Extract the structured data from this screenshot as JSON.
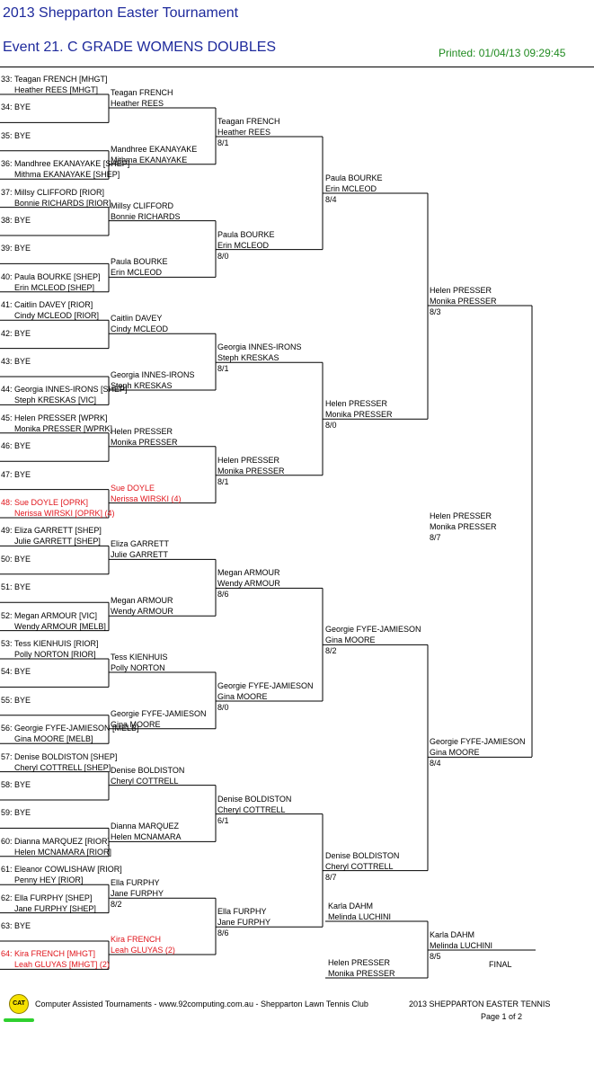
{
  "header": {
    "title": "2013 Shepparton Easter Tournament",
    "event": "Event 21. C GRADE WOMENS DOUBLES",
    "printed": "Printed: 01/04/13 09:29:45"
  },
  "round1": [
    {
      "seed": "33:",
      "p1": "Teagan FRENCH [MHGT]",
      "p2": "Heather REES [MHGT]"
    },
    {
      "seed": "34:",
      "p1": "BYE",
      "p2": ""
    },
    {
      "seed": "35:",
      "p1": "BYE",
      "p2": ""
    },
    {
      "seed": "36:",
      "p1": "Mandhree EKANAYAKE [SHEP]",
      "p2": "Mithma EKANAYAKE [SHEP]"
    },
    {
      "seed": "37:",
      "p1": "Millsy CLIFFORD [RIOR]",
      "p2": "Bonnie RICHARDS [RIOR]"
    },
    {
      "seed": "38:",
      "p1": "BYE",
      "p2": ""
    },
    {
      "seed": "39:",
      "p1": "BYE",
      "p2": ""
    },
    {
      "seed": "40:",
      "p1": "Paula BOURKE [SHEP]",
      "p2": "Erin MCLEOD [SHEP]"
    },
    {
      "seed": "41:",
      "p1": "Caitlin DAVEY [RIOR]",
      "p2": "Cindy MCLEOD [RIOR]"
    },
    {
      "seed": "42:",
      "p1": "BYE",
      "p2": ""
    },
    {
      "seed": "43:",
      "p1": "BYE",
      "p2": ""
    },
    {
      "seed": "44:",
      "p1": "Georgia INNES-IRONS [SHEP]",
      "p2": "Steph KRESKAS [VIC]"
    },
    {
      "seed": "45:",
      "p1": "Helen PRESSER [WPRK]",
      "p2": "Monika PRESSER [WPRK]"
    },
    {
      "seed": "46:",
      "p1": "BYE",
      "p2": ""
    },
    {
      "seed": "47:",
      "p1": "BYE",
      "p2": ""
    },
    {
      "seed": "48:",
      "p1": "Sue DOYLE [OPRK]",
      "p2": "Nerissa WIRSKI [OPRK] (4)",
      "red": true
    },
    {
      "seed": "49:",
      "p1": "Eliza GARRETT [SHEP]",
      "p2": "Julie GARRETT [SHEP]"
    },
    {
      "seed": "50:",
      "p1": "BYE",
      "p2": ""
    },
    {
      "seed": "51:",
      "p1": "BYE",
      "p2": ""
    },
    {
      "seed": "52:",
      "p1": "Megan ARMOUR [VIC]",
      "p2": "Wendy ARMOUR [MELB]"
    },
    {
      "seed": "53:",
      "p1": "Tess KIENHUIS [RIOR]",
      "p2": "Polly NORTON [RIOR]"
    },
    {
      "seed": "54:",
      "p1": "BYE",
      "p2": ""
    },
    {
      "seed": "55:",
      "p1": "BYE",
      "p2": ""
    },
    {
      "seed": "56:",
      "p1": "Georgie FYFE-JAMIESON [MELB]",
      "p2": "Gina MOORE [MELB]"
    },
    {
      "seed": "57:",
      "p1": "Denise BOLDISTON [SHEP]",
      "p2": "Cheryl COTTRELL [SHEP]"
    },
    {
      "seed": "58:",
      "p1": "BYE",
      "p2": ""
    },
    {
      "seed": "59:",
      "p1": "BYE",
      "p2": ""
    },
    {
      "seed": "60:",
      "p1": "Dianna MARQUEZ [RIOR]",
      "p2": "Helen MCNAMARA [RIOR]"
    },
    {
      "seed": "61:",
      "p1": "Eleanor COWLISHAW [RIOR]",
      "p2": "Penny HEY [RIOR]"
    },
    {
      "seed": "62:",
      "p1": "Ella FURPHY [SHEP]",
      "p2": "Jane FURPHY [SHEP]"
    },
    {
      "seed": "63:",
      "p1": "BYE",
      "p2": ""
    },
    {
      "seed": "64:",
      "p1": "Kira FRENCH [MHGT]",
      "p2": "Leah GLUYAS [MHGT] (2)",
      "red": true
    }
  ],
  "round2": [
    {
      "p1": "Teagan FRENCH",
      "p2": "Heather REES",
      "score": ""
    },
    {
      "p1": "Mandhree EKANAYAKE",
      "p2": "Mithma EKANAYAKE",
      "score": ""
    },
    {
      "p1": "Millsy CLIFFORD",
      "p2": "Bonnie RICHARDS",
      "score": ""
    },
    {
      "p1": "Paula BOURKE",
      "p2": "Erin MCLEOD",
      "score": ""
    },
    {
      "p1": "Caitlin DAVEY",
      "p2": "Cindy MCLEOD",
      "score": ""
    },
    {
      "p1": "Georgia INNES-IRONS",
      "p2": "Steph KRESKAS",
      "score": ""
    },
    {
      "p1": "Helen PRESSER",
      "p2": "Monika PRESSER",
      "score": ""
    },
    {
      "p1": "Sue DOYLE",
      "p2": "Nerissa WIRSKI (4)",
      "score": "",
      "red": true
    },
    {
      "p1": "Eliza GARRETT",
      "p2": "Julie GARRETT",
      "score": ""
    },
    {
      "p1": "Megan ARMOUR",
      "p2": "Wendy ARMOUR",
      "score": ""
    },
    {
      "p1": "Tess KIENHUIS",
      "p2": "Polly NORTON",
      "score": ""
    },
    {
      "p1": "Georgie FYFE-JAMIESON",
      "p2": "Gina MOORE",
      "score": ""
    },
    {
      "p1": "Denise BOLDISTON",
      "p2": "Cheryl COTTRELL",
      "score": ""
    },
    {
      "p1": "Dianna MARQUEZ",
      "p2": "Helen MCNAMARA",
      "score": ""
    },
    {
      "p1": "Ella FURPHY",
      "p2": "Jane FURPHY",
      "score": "8/2"
    },
    {
      "p1": "Kira FRENCH",
      "p2": "Leah GLUYAS (2)",
      "score": "",
      "red": true
    }
  ],
  "round3": [
    {
      "p1": "Teagan FRENCH",
      "p2": "Heather REES",
      "score": "8/1"
    },
    {
      "p1": "Paula BOURKE",
      "p2": "Erin MCLEOD",
      "score": "8/0"
    },
    {
      "p1": "Georgia INNES-IRONS",
      "p2": "Steph KRESKAS",
      "score": "8/1"
    },
    {
      "p1": "Helen PRESSER",
      "p2": "Monika PRESSER",
      "score": "8/1"
    },
    {
      "p1": "Megan ARMOUR",
      "p2": "Wendy ARMOUR",
      "score": "8/6"
    },
    {
      "p1": "Georgie FYFE-JAMIESON",
      "p2": "Gina MOORE",
      "score": "8/0"
    },
    {
      "p1": "Denise BOLDISTON",
      "p2": "Cheryl COTTRELL",
      "score": "6/1"
    },
    {
      "p1": "Ella FURPHY",
      "p2": "Jane FURPHY",
      "score": "8/6"
    }
  ],
  "round4": [
    {
      "p1": "Paula BOURKE",
      "p2": "Erin MCLEOD",
      "score": "8/4"
    },
    {
      "p1": "Helen PRESSER",
      "p2": "Monika PRESSER",
      "score": "8/0"
    },
    {
      "p1": "Georgie FYFE-JAMIESON",
      "p2": "Gina MOORE",
      "score": "8/2"
    },
    {
      "p1": "Denise BOLDISTON",
      "p2": "Cheryl COTTRELL",
      "score": "8/7"
    }
  ],
  "round5": [
    {
      "p1": "Helen PRESSER",
      "p2": "Monika PRESSER",
      "score": "8/3"
    },
    {
      "p1": "Georgie FYFE-JAMIESON",
      "p2": "Gina MOORE",
      "score": "8/4"
    }
  ],
  "round6": [
    {
      "p1": "Helen PRESSER",
      "p2": "Monika PRESSER",
      "score": "8/7"
    }
  ],
  "playoff": {
    "a": {
      "p1": "Karla DAHM",
      "p2": "Melinda LUCHINI"
    },
    "b": {
      "p1": "Helen PRESSER",
      "p2": "Monika PRESSER"
    },
    "result": {
      "p1": "Karla DAHM",
      "p2": "Melinda LUCHINI",
      "score": "8/5"
    },
    "final_label": "FINAL"
  },
  "footer": {
    "logo_text": "CAT",
    "left": "Computer Assisted Tournaments - www.92computing.com.au -  Shepparton Lawn Tennis Club",
    "right": "2013 SHEPPARTON EASTER TENNIS",
    "page": "Page 1 of 2"
  },
  "colors": {
    "title": "#1e2a9c",
    "printed": "#1f8a1f",
    "seed_highlight": "#e0141b"
  }
}
